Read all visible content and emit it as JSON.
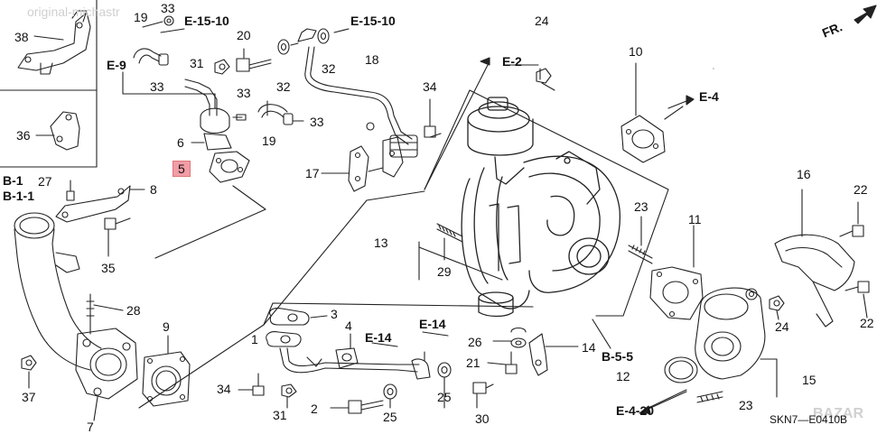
{
  "diagram": {
    "watermark_top": "original-michastr",
    "watermark_bottom": "BAZAR",
    "diagram_code": "SKN7—E0410B",
    "direction_label": "FR.",
    "highlight_color": "#f19da6",
    "callouts": {
      "c19a": "19",
      "c33a": "33",
      "e1510a": "E-15-10",
      "e1510b": "E-15-10",
      "c38": "38",
      "c36": "36",
      "e9": "E-9",
      "c33b": "33",
      "c31a": "31",
      "c20": "20",
      "c32a": "32",
      "c32b": "32",
      "c24a": "24",
      "e2": "E-2",
      "c10": "10",
      "c18": "18",
      "c34a": "34",
      "e4": "E-4",
      "c33c": "33",
      "c19b": "19",
      "c33d": "33",
      "c6": "6",
      "c5": "5",
      "c17": "17",
      "b1": "B-1",
      "b11": "B-1-1",
      "c27": "27",
      "c8": "8",
      "c16": "16",
      "c22a": "22",
      "c23a": "23",
      "c11": "11",
      "c13": "13",
      "c29": "29",
      "c35": "35",
      "c28": "28",
      "c22b": "22",
      "c3": "3",
      "c1": "1",
      "c4": "4",
      "e14a": "E-14",
      "e14b": "E-14",
      "c9": "9",
      "c26": "26",
      "c14": "14",
      "b55": "B-5-5",
      "c24b": "24",
      "c21": "21",
      "c37": "37",
      "c12": "12",
      "c15": "15",
      "c34b": "34",
      "c25a": "25",
      "e420": "E-4-20",
      "c23b": "23",
      "c7": "7",
      "c2": "2",
      "c31b": "31",
      "c25b": "25",
      "c30": "30"
    }
  }
}
